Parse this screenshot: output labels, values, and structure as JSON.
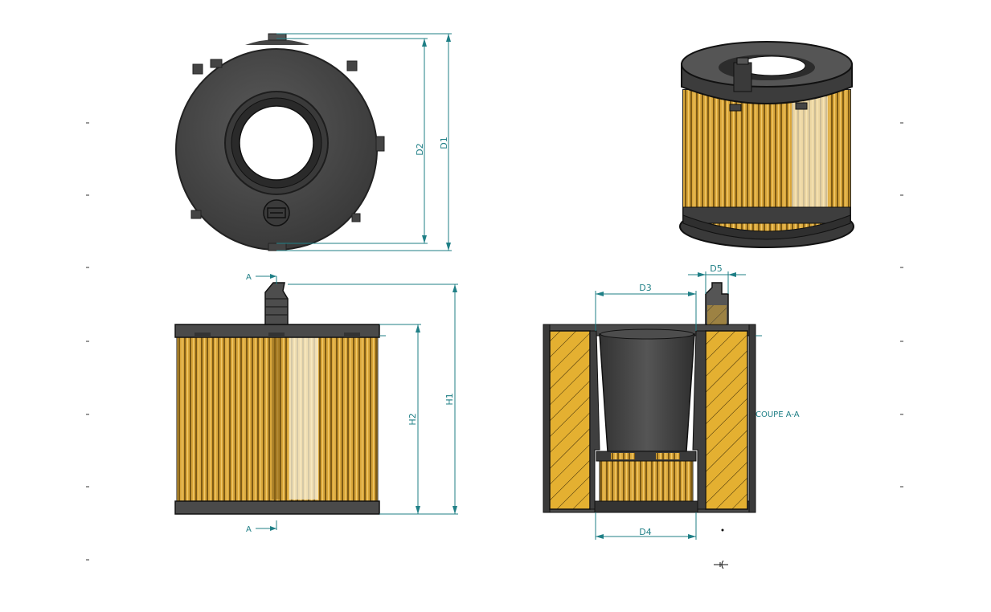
{
  "dimensions": {
    "d1": "D1",
    "d2": "D2",
    "d3": "D3",
    "d4": "D4",
    "d5": "D5",
    "h1": "H1",
    "h2": "H2"
  },
  "section": {
    "marker_top": "A",
    "marker_bottom": "A",
    "title": "COUPE A-A"
  },
  "colors": {
    "line": "#1f7f86",
    "cap": "#4a4a4a",
    "cap_dark": "#2e2e2e",
    "media": "#d8a436",
    "media_dark": "#8a6418"
  }
}
